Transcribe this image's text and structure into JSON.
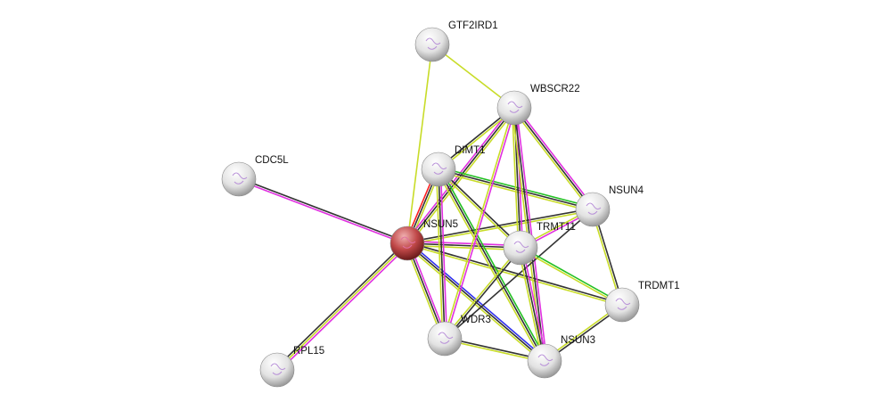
{
  "colors": {
    "yellowgreen": "#c8dc28",
    "black": "#333333",
    "magenta": "#e030e0",
    "green": "#22c022",
    "red": "#ff2020",
    "blue": "#3030ee",
    "query_node": "#c04848",
    "node": "#e8e8e8"
  },
  "nodes": [
    {
      "id": "GTF2IRD1",
      "label": "GTF2IRD1",
      "query": false
    },
    {
      "id": "WBSCR22",
      "label": "WBSCR22",
      "query": false
    },
    {
      "id": "DIMT1",
      "label": "DIMT1",
      "query": false
    },
    {
      "id": "CDC5L",
      "label": "CDC5L",
      "query": false
    },
    {
      "id": "NSUN4",
      "label": "NSUN4",
      "query": false
    },
    {
      "id": "NSUN5",
      "label": "NSUN5",
      "query": true
    },
    {
      "id": "TRMT11",
      "label": "TRMT11",
      "query": false
    },
    {
      "id": "TRDMT1",
      "label": "TRDMT1",
      "query": false
    },
    {
      "id": "WDR3",
      "label": "WDR3",
      "query": false
    },
    {
      "id": "NSUN3",
      "label": "NSUN3",
      "query": false
    },
    {
      "id": "RPL15",
      "label": "RPL15",
      "query": false
    }
  ],
  "edges": [
    {
      "a": "NSUN5",
      "b": "GTF2IRD1",
      "types": [
        "yellowgreen"
      ]
    },
    {
      "a": "GTF2IRD1",
      "b": "WBSCR22",
      "types": [
        "yellowgreen"
      ]
    },
    {
      "a": "NSUN5",
      "b": "CDC5L",
      "types": [
        "magenta",
        "black"
      ]
    },
    {
      "a": "NSUN5",
      "b": "RPL15",
      "types": [
        "magenta",
        "yellowgreen",
        "black"
      ]
    },
    {
      "a": "NSUN5",
      "b": "DIMT1",
      "types": [
        "red",
        "black",
        "yellowgreen"
      ]
    },
    {
      "a": "NSUN5",
      "b": "WBSCR22",
      "types": [
        "magenta",
        "black",
        "yellowgreen"
      ]
    },
    {
      "a": "NSUN5",
      "b": "NSUN4",
      "types": [
        "black",
        "yellowgreen"
      ]
    },
    {
      "a": "NSUN5",
      "b": "TRMT11",
      "types": [
        "magenta",
        "black",
        "yellowgreen"
      ]
    },
    {
      "a": "NSUN5",
      "b": "TRDMT1",
      "types": [
        "black",
        "yellowgreen"
      ]
    },
    {
      "a": "NSUN5",
      "b": "WDR3",
      "types": [
        "magenta",
        "black",
        "yellowgreen"
      ]
    },
    {
      "a": "NSUN5",
      "b": "NSUN3",
      "types": [
        "blue",
        "black",
        "yellowgreen"
      ]
    },
    {
      "a": "DIMT1",
      "b": "WBSCR22",
      "types": [
        "black",
        "yellowgreen"
      ]
    },
    {
      "a": "DIMT1",
      "b": "NSUN4",
      "types": [
        "green",
        "black",
        "yellowgreen"
      ]
    },
    {
      "a": "DIMT1",
      "b": "TRMT11",
      "types": [
        "black",
        "yellowgreen"
      ]
    },
    {
      "a": "DIMT1",
      "b": "WDR3",
      "types": [
        "magenta",
        "black",
        "yellowgreen"
      ]
    },
    {
      "a": "DIMT1",
      "b": "NSUN3",
      "types": [
        "green",
        "black",
        "yellowgreen"
      ]
    },
    {
      "a": "WBSCR22",
      "b": "NSUN4",
      "types": [
        "magenta",
        "black",
        "yellowgreen"
      ]
    },
    {
      "a": "WBSCR22",
      "b": "TRMT11",
      "types": [
        "magenta",
        "black",
        "yellowgreen"
      ]
    },
    {
      "a": "WBSCR22",
      "b": "WDR3",
      "types": [
        "magenta",
        "yellowgreen"
      ]
    },
    {
      "a": "WBSCR22",
      "b": "NSUN3",
      "types": [
        "magenta",
        "black",
        "yellowgreen"
      ]
    },
    {
      "a": "NSUN4",
      "b": "TRMT11",
      "types": [
        "magenta",
        "yellowgreen"
      ]
    },
    {
      "a": "NSUN4",
      "b": "TRDMT1",
      "types": [
        "black",
        "yellowgreen"
      ]
    },
    {
      "a": "NSUN4",
      "b": "WDR3",
      "types": [
        "black"
      ]
    },
    {
      "a": "TRMT11",
      "b": "WDR3",
      "types": [
        "black",
        "yellowgreen"
      ]
    },
    {
      "a": "TRMT11",
      "b": "NSUN3",
      "types": [
        "magenta",
        "black",
        "yellowgreen"
      ]
    },
    {
      "a": "TRMT11",
      "b": "TRDMT1",
      "types": [
        "green",
        "yellowgreen"
      ]
    },
    {
      "a": "WDR3",
      "b": "NSUN3",
      "types": [
        "black",
        "yellowgreen"
      ]
    },
    {
      "a": "TRDMT1",
      "b": "NSUN3",
      "types": [
        "black",
        "yellowgreen"
      ]
    }
  ]
}
